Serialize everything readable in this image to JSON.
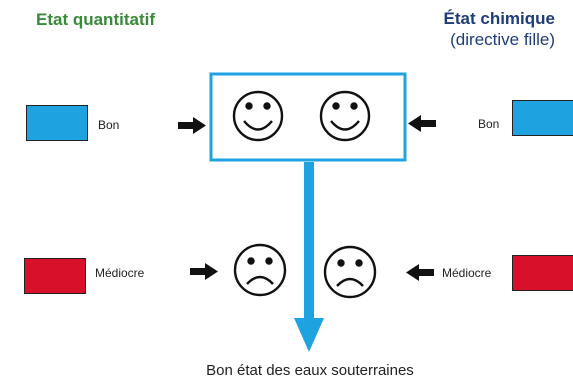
{
  "titles": {
    "quantitative": "Etat quantitatif",
    "chemical": "État chimique",
    "chemical_sub": "(directive fille)"
  },
  "labels": {
    "good_left": "Bon",
    "good_right": "Bon",
    "poor_left": "Médiocre",
    "poor_right": "Médiocre"
  },
  "caption": "Bon état des eaux souterraines",
  "colors": {
    "good": "#1ea3e0",
    "poor": "#d8102a",
    "box_border": "#1ea3e0",
    "title_left": "#3a8a3a",
    "title_right": "#1f3d7a"
  },
  "icons": {
    "good_faces": "smiley-face-icon",
    "poor_faces": "sad-face-icon",
    "arrows": "arrow-icon"
  }
}
